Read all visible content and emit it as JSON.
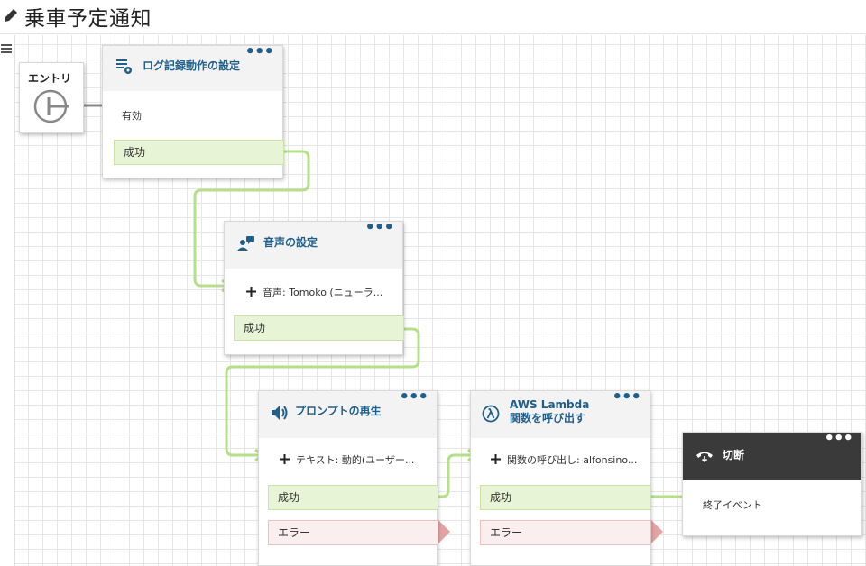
{
  "page": {
    "title": "乗車予定通知"
  },
  "entry": {
    "label": "エントリ"
  },
  "blocks": {
    "log": {
      "title": "ログ記録動作の設定",
      "detail": "有効",
      "success": "成功"
    },
    "voice": {
      "title": "音声の設定",
      "detail": "音声: Tomoko (ニューラ...",
      "success": "成功"
    },
    "prompt": {
      "title": "プロンプトの再生",
      "detail": "テキスト: 動的(ユーザー...",
      "success": "成功",
      "error": "エラー"
    },
    "lambda": {
      "title_line1": "AWS Lambda",
      "title_line2": "関数を呼び出す",
      "detail": "関数の呼び出し: alfonsino...",
      "success": "成功",
      "error": "エラー"
    },
    "disconnect": {
      "title": "切断",
      "detail": "終了イベント"
    }
  },
  "menu_dots": "•••",
  "colors": {
    "accent": "#1f5f8a",
    "connector": "#b5e08a",
    "success_bg": "#e8f4d6",
    "error_bg": "#fbeeee",
    "error_arrow": "#e3a3a3",
    "disconnect_head": "#3a3a3a"
  },
  "icons": [
    "edit-pencil-icon",
    "menu-icon",
    "log-settings-icon",
    "voice-settings-icon",
    "speaker-icon",
    "lambda-icon",
    "hangup-icon",
    "plus-icon"
  ]
}
